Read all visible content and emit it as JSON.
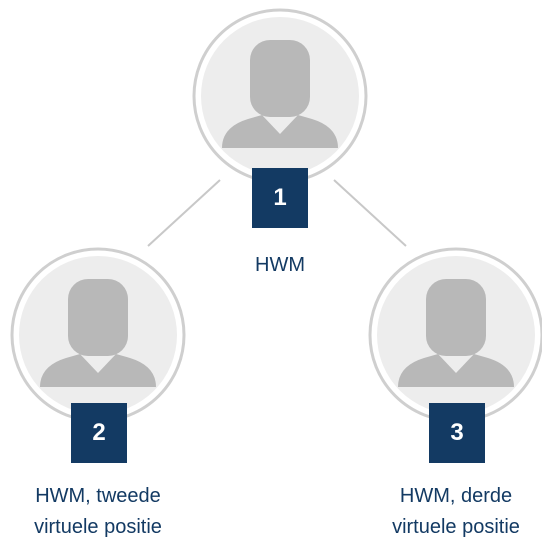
{
  "nodes": [
    {
      "number": "1",
      "label_lines": [
        "HWM"
      ]
    },
    {
      "number": "2",
      "label_lines": [
        "HWM, tweede",
        "virtuele positie"
      ]
    },
    {
      "number": "3",
      "label_lines": [
        "HWM, derde",
        "virtuele positie"
      ]
    }
  ],
  "icons": {
    "avatar": "person-silhouette-icon"
  },
  "colors": {
    "badge_background": "#133a63",
    "badge_text": "#ffffff",
    "label_text": "#133a63",
    "avatar_ring": "#cfcfcf",
    "avatar_fill": "#ededed",
    "silhouette": "#b8b8b8",
    "connector": "#c8c8c8"
  }
}
